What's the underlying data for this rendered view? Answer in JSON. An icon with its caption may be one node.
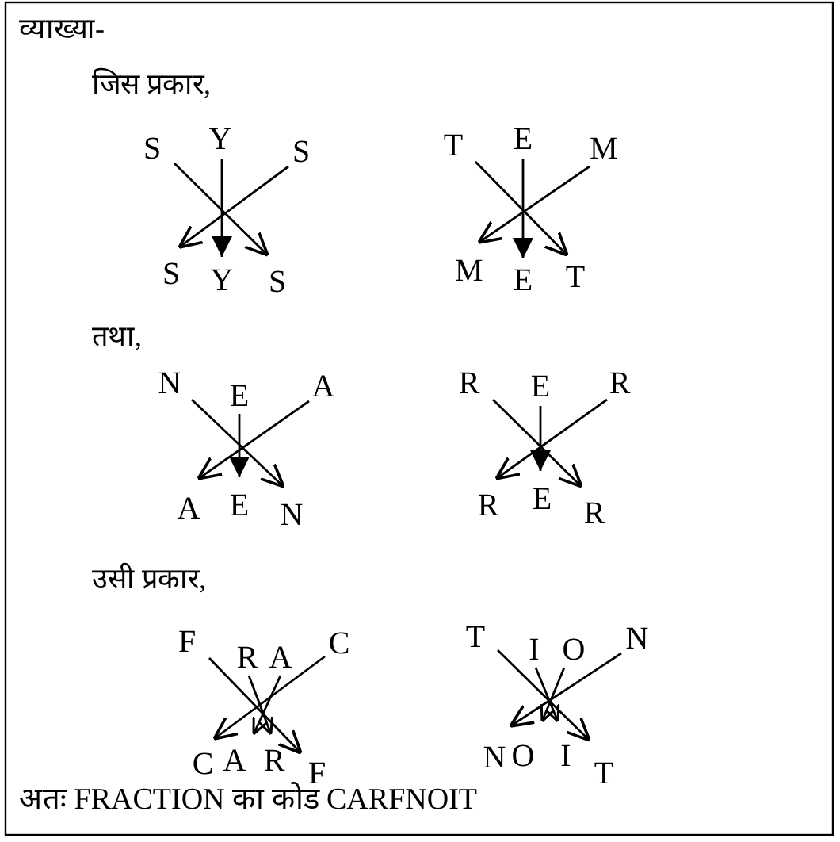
{
  "diagram": {
    "title": "व्याख्या-",
    "nodes": [
      {
        "text": [
          "S"
        ]
      },
      {
        "text": [
          "Y"
        ]
      },
      {
        "text": [
          "S"
        ]
      },
      {
        "text": [
          "S"
        ]
      },
      {
        "text": [
          "Y"
        ]
      },
      {
        "text": [
          "S"
        ]
      },
      {
        "text": [
          "T"
        ]
      },
      {
        "text": [
          "E"
        ]
      },
      {
        "text": [
          "M"
        ]
      },
      {
        "text": [
          "M"
        ]
      },
      {
        "text": [
          "E"
        ]
      },
      {
        "text": [
          "T"
        ]
      },
      {
        "text": [
          "N"
        ]
      },
      {
        "text": [
          "E"
        ]
      },
      {
        "text": [
          "A"
        ]
      },
      {
        "text": [
          "A"
        ]
      },
      {
        "text": [
          "E"
        ]
      },
      {
        "text": [
          "N"
        ]
      },
      {
        "text": [
          "R"
        ]
      },
      {
        "text": [
          "E"
        ]
      },
      {
        "text": [
          "R"
        ]
      },
      {
        "text": [
          "R"
        ]
      },
      {
        "text": [
          "E"
        ]
      },
      {
        "text": [
          "R"
        ]
      },
      {
        "text": [
          "F"
        ]
      },
      {
        "text": [
          "R"
        ]
      },
      {
        "text": [
          "A"
        ]
      },
      {
        "text": [
          "C"
        ]
      },
      {
        "text": [
          "C"
        ]
      },
      {
        "text": [
          "A"
        ]
      },
      {
        "text": [
          "R"
        ]
      },
      {
        "text": [
          "F"
        ]
      },
      {
        "text": [
          "T"
        ]
      },
      {
        "text": [
          "I"
        ]
      },
      {
        "text": [
          "O"
        ]
      },
      {
        "text": [
          "N"
        ]
      },
      {
        "text": [
          "N"
        ]
      },
      {
        "text": [
          "O"
        ]
      },
      {
        "text": [
          "I"
        ]
      },
      {
        "text": [
          "T"
        ]
      }
    ],
    "edges": [
      {
        "from": 0,
        "to": 5,
        "arrow": "to"
      },
      {
        "from": 1,
        "to": 4,
        "arrow": "to"
      },
      {
        "from": 2,
        "to": 3,
        "arrow": "to"
      },
      {
        "from": 6,
        "to": 11,
        "arrow": "to"
      },
      {
        "from": 7,
        "to": 10,
        "arrow": "to"
      },
      {
        "from": 8,
        "to": 9,
        "arrow": "to"
      },
      {
        "from": 12,
        "to": 17,
        "arrow": "to"
      },
      {
        "from": 13,
        "to": 16,
        "arrow": "to"
      },
      {
        "from": 14,
        "to": 15,
        "arrow": "to"
      },
      {
        "from": 18,
        "to": 23,
        "arrow": "to"
      },
      {
        "from": 19,
        "to": 22,
        "arrow": "to"
      },
      {
        "from": 20,
        "to": 21,
        "arrow": "to"
      },
      {
        "from": 24,
        "to": 31,
        "arrow": "to"
      },
      {
        "from": 25,
        "to": 30,
        "arrow": "to"
      },
      {
        "from": 26,
        "to": 29,
        "arrow": "to"
      },
      {
        "from": 27,
        "to": 28,
        "arrow": "to"
      },
      {
        "from": 32,
        "to": 39,
        "arrow": "to"
      },
      {
        "from": 33,
        "to": 38,
        "arrow": "to"
      },
      {
        "from": 34,
        "to": 37,
        "arrow": "to"
      },
      {
        "from": 35,
        "to": 36,
        "arrow": "to"
      }
    ],
    "labels": [
      "जिस प्रकार,",
      "तथा,",
      "उसी प्रकार,",
      "अतः FRACTION का कोड CARFNOIT"
    ]
  }
}
